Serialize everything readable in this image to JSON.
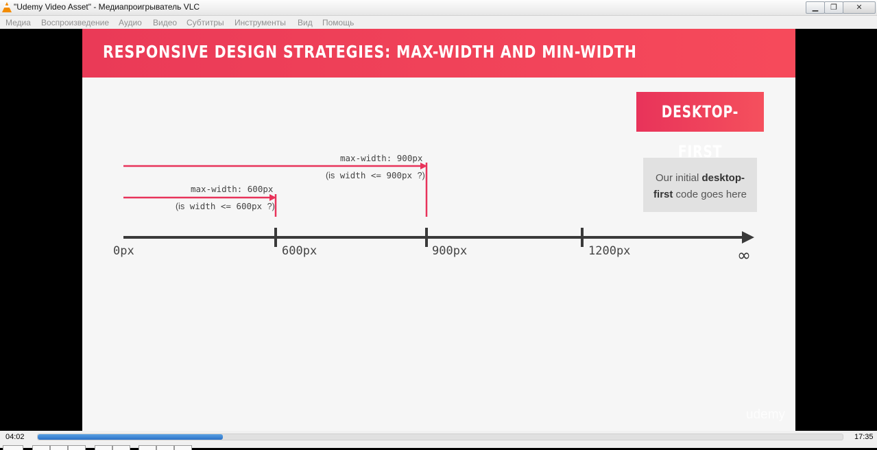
{
  "window": {
    "title": "\"Udemy Video Asset\" - Медиапроигрыватель VLC",
    "minimize_glyph": "▁",
    "maximize_glyph": "❐",
    "close_glyph": "✕"
  },
  "menu": [
    {
      "label": "Медиа"
    },
    {
      "label": "Воспроизведение"
    },
    {
      "label": "Аудио"
    },
    {
      "label": "Видео"
    },
    {
      "label": "Субтитры"
    },
    {
      "label": "Инструменты"
    },
    {
      "label": "Вид"
    },
    {
      "label": "Помощь"
    }
  ],
  "slide": {
    "title": "Responsive design strategies: max-width and min-width",
    "badge": "DESKTOP-FIRST",
    "note_pre": "Our initial ",
    "note_bold": "desktop-first",
    "note_post": " code goes here",
    "watermark": "udemy",
    "query_900": {
      "label": "max-width: 900px",
      "open": "(is",
      "middle": " width <= 900px ",
      "close": "?)"
    },
    "query_600": {
      "label": "max-width: 600px",
      "open": "(is",
      "middle": " width <= 600px ",
      "close": "?)"
    },
    "ticks": [
      "0px",
      "600px",
      "900px",
      "1200px"
    ],
    "infinity": "∞",
    "colors": {
      "accent": "#e8335a",
      "axis": "#3a3a3a"
    }
  },
  "player": {
    "elapsed": "04:02",
    "total": "17:35",
    "progress": 0.23
  }
}
